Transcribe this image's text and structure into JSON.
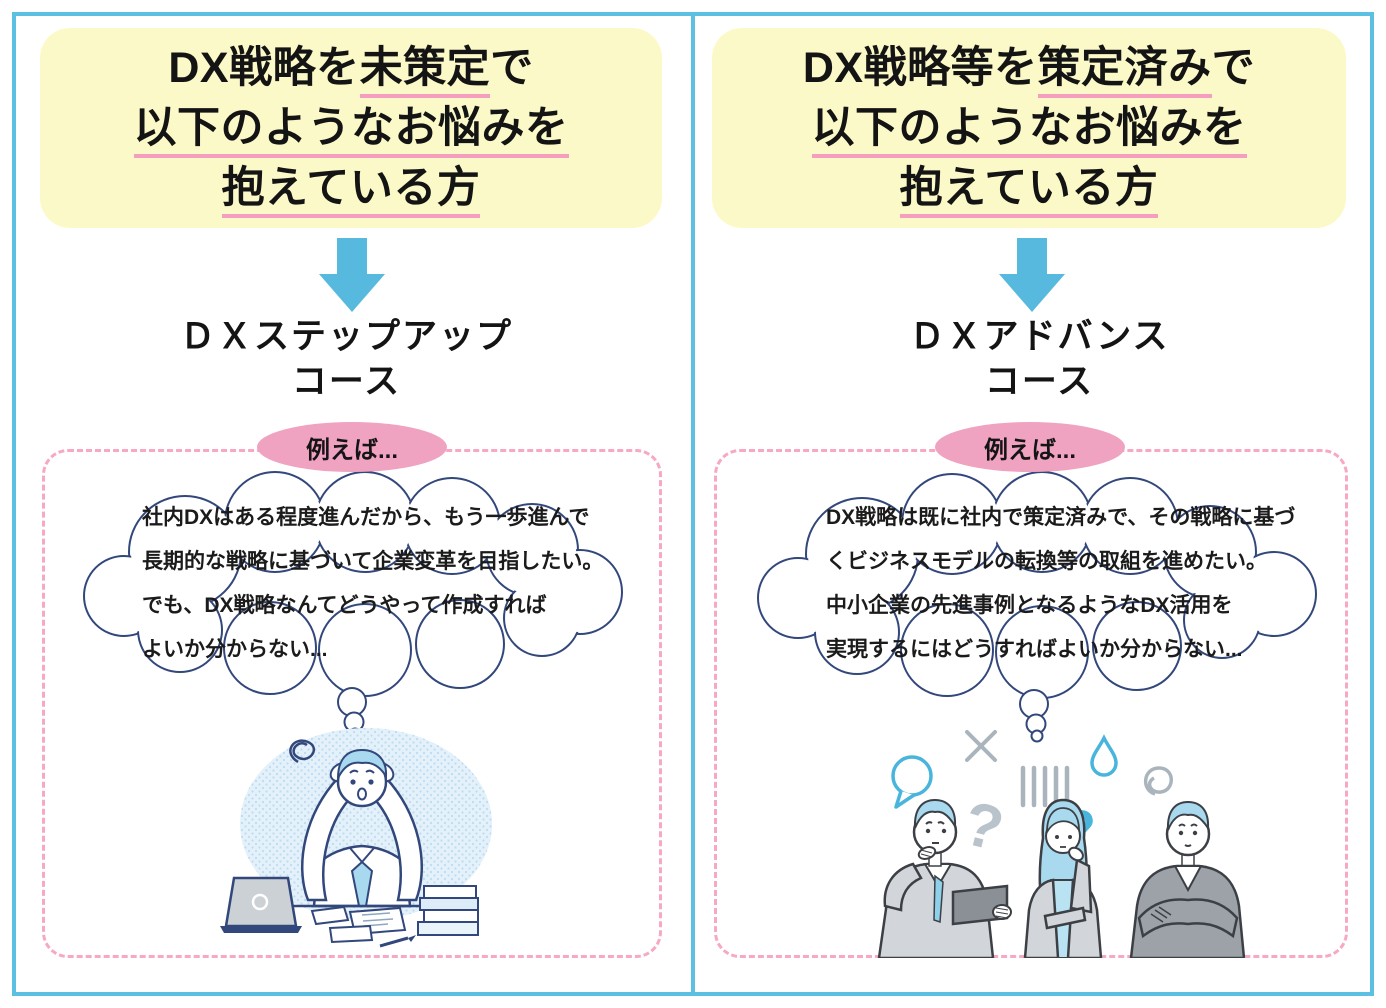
{
  "colors": {
    "frame_blue": "#5bc0e1",
    "header_yellow": "#fcf9c8",
    "underline_pink": "#f59ebe",
    "badge_pink": "#f0a2c1",
    "dashed_pink": "#f7a9c4",
    "arrow_blue": "#57b9dd",
    "cloud_outline_navy": "#32477b",
    "illustration_blue": "#a8d9ef",
    "text_black": "#141414"
  },
  "panels": [
    {
      "header": {
        "line1_pre": "DX戦略を",
        "line1_em": "未策定",
        "line1_post": "で",
        "line2": "以下のようなお悩みを",
        "line3": "抱えている方"
      },
      "course_line1": "ＤＸステップアップ",
      "course_line2": "コース",
      "badge_label": "例えば...",
      "cloud_lines": [
        "社内DXはある程度進んだから、もう一歩進んで",
        "長期的な戦略に基づいて企業変革を目指したい。",
        "でも、DX戦略なんてどうやって作成すれば",
        "よいか分からない..."
      ],
      "illustration": "stressed-worker-at-desk"
    },
    {
      "header": {
        "line1_pre": "DX戦略等を",
        "line1_em": "策定済み",
        "line1_post": "で",
        "line2": "以下のようなお悩みを",
        "line3": "抱えている方"
      },
      "course_line1": "ＤＸアドバンス",
      "course_line2": "コース",
      "badge_label": "例えば...",
      "cloud_lines": [
        "DX戦略は既に社内で策定済みで、その戦略に基づ",
        "くビジネスモデルの転換等の取組を進めたい。",
        "中小企業の先進事例となるようなDX活用を",
        "実現するにはどうすればよいか分からない..."
      ],
      "illustration": "thinking-business-team"
    }
  ]
}
